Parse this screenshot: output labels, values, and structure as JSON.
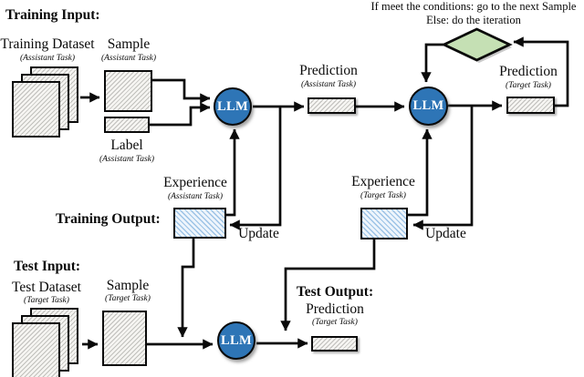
{
  "colors": {
    "llm_fill": "#2e75b6",
    "diamond_fill": "#c5e0b4",
    "experience_hatch": "#9dc3e6",
    "line": "#000000"
  },
  "headings": {
    "training_input": "Training Input:",
    "training_output": "Training Output:",
    "test_input": "Test Input:",
    "test_output": "Test Output:"
  },
  "condition": {
    "line1": "If meet the conditions: go to the next Sample",
    "line2": "Else: do the iteration"
  },
  "llm_label": "LLM",
  "update_label": "Update",
  "training": {
    "dataset": {
      "label": "Training Dataset",
      "task": "(Assistant Task)"
    },
    "sample": {
      "label": "Sample",
      "task": "(Assistant Task)"
    },
    "label_box": {
      "label": "Label",
      "task": "(Assistant Task)"
    },
    "prediction_assistant": {
      "label": "Prediction",
      "task": "(Assistant Task)"
    },
    "prediction_target": {
      "label": "Prediction",
      "task": "(Target Task)"
    },
    "experience_assistant": {
      "label": "Experience",
      "task": "(Assistant Task)"
    },
    "experience_target": {
      "label": "Experience",
      "task": "(Target Task)"
    }
  },
  "test": {
    "dataset": {
      "label": "Test Dataset",
      "task": "(Target Task)"
    },
    "sample": {
      "label": "Sample",
      "task": "(Target Task)"
    },
    "prediction": {
      "label": "Prediction",
      "task": "(Target Task)"
    }
  }
}
